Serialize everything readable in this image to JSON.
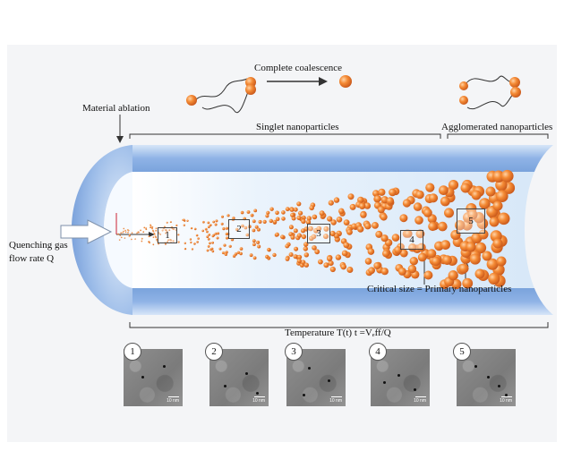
{
  "labels": {
    "complete_coalescence": "Complete coalescence",
    "material_ablation": "Material ablation",
    "singlet_nanoparticles": "Singlet nanoparticles",
    "agglomerated_nanoparticles": "Agglomerated nanoparticles",
    "quenching_gas_line1": "Quenching gas",
    "quenching_gas_line2": "flow rate Q",
    "critical_size": "Critical size = Primary nanoparticles",
    "temperature": "Temperature T(t) t =Vₑff/Q"
  },
  "zones": [
    "1",
    "2",
    "3",
    "4",
    "5"
  ],
  "micrographs": [
    {
      "badge": "1",
      "scale": "10 nm"
    },
    {
      "badge": "2",
      "scale": "10 nm"
    },
    {
      "badge": "3",
      "scale": "10 nm"
    },
    {
      "badge": "4",
      "scale": "10 nm"
    },
    {
      "badge": "5",
      "scale": "10 nm"
    }
  ],
  "colors": {
    "particle": "#f07f2a",
    "tube_outer": "#8fb3e6",
    "tube_inner": "#e8f2fb"
  }
}
